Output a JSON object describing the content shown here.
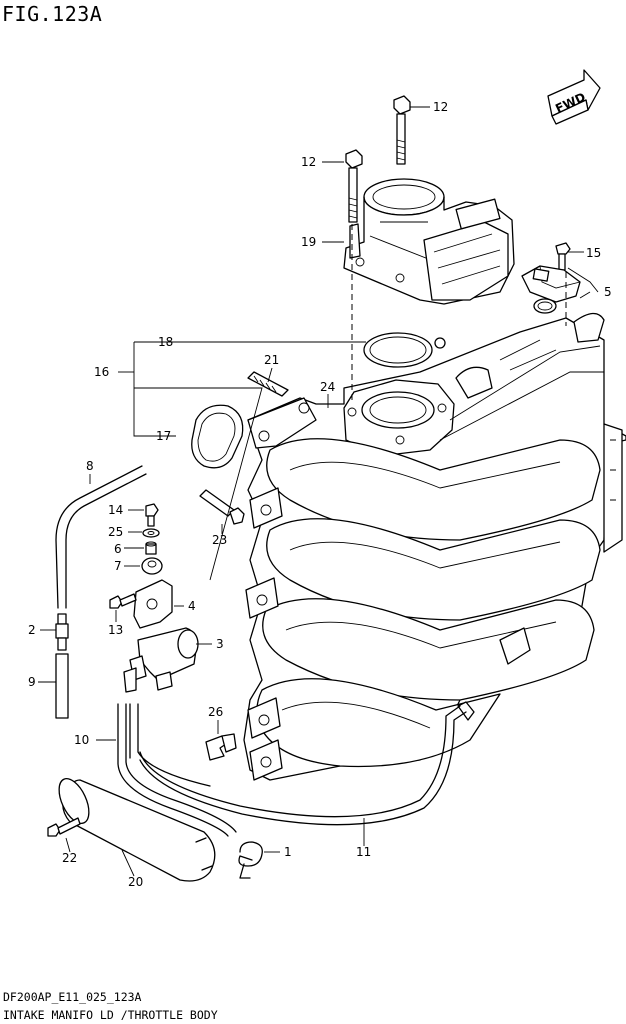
{
  "figure": {
    "title": "FIG.123A",
    "code": "DF200AP_E11_025_123A",
    "name": "INTAKE MANIFO LD /THROTTLE BODY",
    "direction_badge": "FWD"
  },
  "callouts": [
    {
      "id": "c12a",
      "label": "12"
    },
    {
      "id": "c12b",
      "label": "12"
    },
    {
      "id": "c19",
      "label": "19"
    },
    {
      "id": "c15",
      "label": "15"
    },
    {
      "id": "c5",
      "label": "5"
    },
    {
      "id": "c18",
      "label": "18"
    },
    {
      "id": "c16",
      "label": "16"
    },
    {
      "id": "c21",
      "label": "21"
    },
    {
      "id": "c24",
      "label": "24"
    },
    {
      "id": "c17",
      "label": "17"
    },
    {
      "id": "c8",
      "label": "8"
    },
    {
      "id": "c14",
      "label": "14"
    },
    {
      "id": "c25",
      "label": "25"
    },
    {
      "id": "c6",
      "label": "6"
    },
    {
      "id": "c7",
      "label": "7"
    },
    {
      "id": "c4",
      "label": "4"
    },
    {
      "id": "c23",
      "label": "23"
    },
    {
      "id": "c13",
      "label": "13"
    },
    {
      "id": "c2",
      "label": "2"
    },
    {
      "id": "c3",
      "label": "3"
    },
    {
      "id": "c9",
      "label": "9"
    },
    {
      "id": "c26",
      "label": "26"
    },
    {
      "id": "c10",
      "label": "10"
    },
    {
      "id": "c11",
      "label": "11"
    },
    {
      "id": "c1",
      "label": "1"
    },
    {
      "id": "c22",
      "label": "22"
    },
    {
      "id": "c20",
      "label": "20"
    }
  ]
}
